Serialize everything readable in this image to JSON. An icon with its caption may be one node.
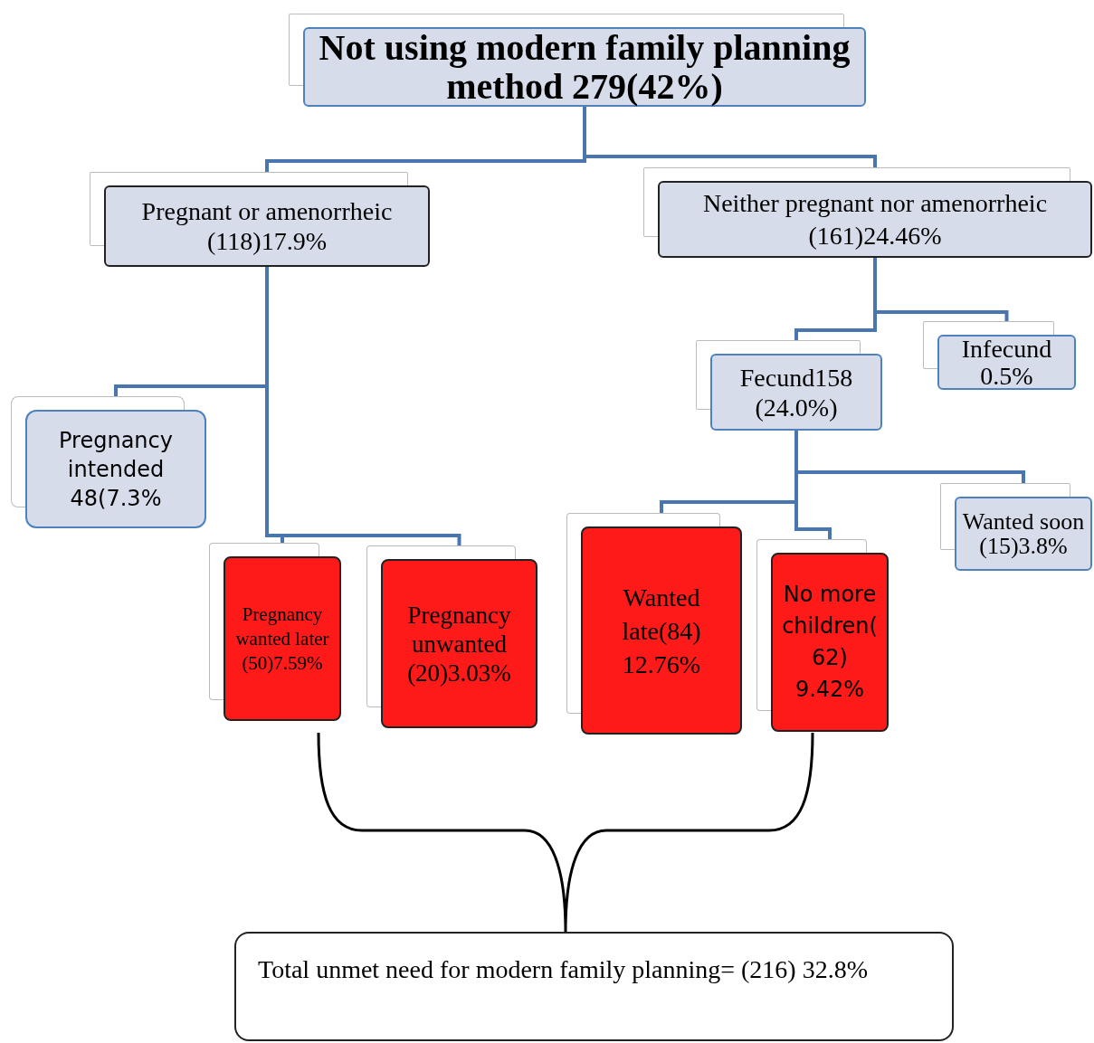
{
  "diagram": {
    "nodes": [
      {
        "text": [
          "Not using modern family planning method 279(42%)"
        ]
      },
      {
        "text": [
          "Pregnant or amenorrheic (118)17.9%"
        ]
      },
      {
        "text": [
          "Neither pregnant nor amenorrheic (161)24.46%"
        ]
      },
      {
        "text": [
          "Pregnancy intended 48(7.3%"
        ]
      },
      {
        "text": [
          "Fecund158 (24.0%)"
        ]
      },
      {
        "text": [
          "Infecund 0.5%"
        ]
      },
      {
        "text": [
          "Pregnancy wanted later (50)7.59%"
        ]
      },
      {
        "text": [
          "Pregnancy unwanted (20)3.03%"
        ]
      },
      {
        "text": [
          "Wanted late(84) 12.76%"
        ]
      },
      {
        "text": [
          "No more children(62) 9.42%"
        ]
      },
      {
        "text": [
          "Wanted soon (15)3.8%"
        ]
      },
      {
        "text": [
          "Total unmet need for modern family planning= (216) 32.8%"
        ]
      }
    ],
    "edges": [
      {
        "from": 0,
        "to": 1,
        "arrow": "none"
      },
      {
        "from": 0,
        "to": 2,
        "arrow": "none"
      },
      {
        "from": 1,
        "to": 3,
        "arrow": "none"
      },
      {
        "from": 1,
        "to": 6,
        "arrow": "none"
      },
      {
        "from": 1,
        "to": 7,
        "arrow": "none"
      },
      {
        "from": 2,
        "to": 4,
        "arrow": "none"
      },
      {
        "from": 2,
        "to": 5,
        "arrow": "none"
      },
      {
        "from": 4,
        "to": 8,
        "arrow": "none"
      },
      {
        "from": 4,
        "to": 9,
        "arrow": "none"
      },
      {
        "from": 4,
        "to": 10,
        "arrow": "none"
      }
    ]
  }
}
